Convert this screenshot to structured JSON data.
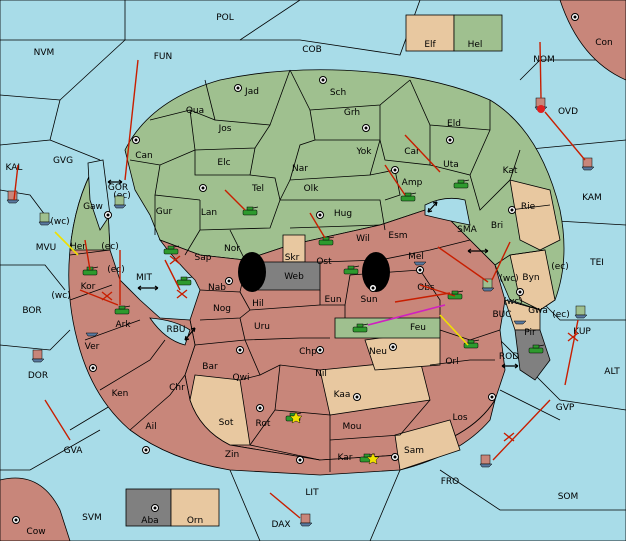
{
  "legend_top": {
    "left_label": "Elf",
    "right_label": "Hel",
    "left_color": "#e8c8a0",
    "right_color": "#9fc08f"
  },
  "legend_bottom": {
    "left_label": "Aba",
    "right_label": "Orn",
    "left_color": "#808080",
    "right_color": "#e8c8a0"
  },
  "powers": {
    "green": "#9fc08f",
    "red": "#c8867a",
    "tan": "#e8c8a0",
    "grey": "#808080",
    "sea": "#a8dce8"
  },
  "sea_labels": [
    {
      "id": "pol",
      "text": "POL"
    },
    {
      "id": "nvm",
      "text": "NVM"
    },
    {
      "id": "fun",
      "text": "FUN"
    },
    {
      "id": "cob",
      "text": "COB"
    },
    {
      "id": "nom",
      "text": "NOM"
    },
    {
      "id": "con",
      "text": "Con"
    },
    {
      "id": "ovd",
      "text": "OVD"
    },
    {
      "id": "kal",
      "text": "KAL"
    },
    {
      "id": "gvg",
      "text": "GVG"
    },
    {
      "id": "kam",
      "text": "KAM"
    },
    {
      "id": "mvu",
      "text": "MVU"
    },
    {
      "id": "bor",
      "text": "BOR"
    },
    {
      "id": "mit",
      "text": "MIT"
    },
    {
      "id": "rbu",
      "text": "RBU"
    },
    {
      "id": "sma",
      "text": "SMA"
    },
    {
      "id": "tei",
      "text": "TEI"
    },
    {
      "id": "buc",
      "text": "BUC"
    },
    {
      "id": "rod",
      "text": "ROD"
    },
    {
      "id": "alt",
      "text": "ALT"
    },
    {
      "id": "gvp",
      "text": "GVP"
    },
    {
      "id": "dor",
      "text": "DOR"
    },
    {
      "id": "gva",
      "text": "GVA"
    },
    {
      "id": "fro",
      "text": "FRO"
    },
    {
      "id": "som",
      "text": "SOM"
    },
    {
      "id": "lit",
      "text": "LIT"
    },
    {
      "id": "svm",
      "text": "SVM"
    },
    {
      "id": "dax",
      "text": "DAX"
    },
    {
      "id": "cow",
      "text": "Cow"
    },
    {
      "id": "gor",
      "text": "GOR"
    }
  ],
  "land_labels": [
    {
      "id": "jad",
      "text": "Jad"
    },
    {
      "id": "sch",
      "text": "Sch"
    },
    {
      "id": "qua",
      "text": "Qua"
    },
    {
      "id": "jos",
      "text": "Jos"
    },
    {
      "id": "grh",
      "text": "Grh"
    },
    {
      "id": "eld",
      "text": "Eld"
    },
    {
      "id": "can",
      "text": "Can"
    },
    {
      "id": "yok",
      "text": "Yok"
    },
    {
      "id": "car",
      "text": "Car"
    },
    {
      "id": "elc",
      "text": "Elc"
    },
    {
      "id": "nar",
      "text": "Nar"
    },
    {
      "id": "uta",
      "text": "Uta"
    },
    {
      "id": "kat",
      "text": "Kat"
    },
    {
      "id": "olk",
      "text": "Olk"
    },
    {
      "id": "tel",
      "text": "Tel"
    },
    {
      "id": "amp",
      "text": "Amp"
    },
    {
      "id": "gaw",
      "text": "Gaw"
    },
    {
      "id": "gur",
      "text": "Gur"
    },
    {
      "id": "lan",
      "text": "Lan"
    },
    {
      "id": "hug",
      "text": "Hug"
    },
    {
      "id": "rie",
      "text": "Rie"
    },
    {
      "id": "bri",
      "text": "Bri"
    },
    {
      "id": "nor",
      "text": "Nor"
    },
    {
      "id": "wil",
      "text": "Wil"
    },
    {
      "id": "esm",
      "text": "Esm"
    },
    {
      "id": "her",
      "text": "Her"
    },
    {
      "id": "sap",
      "text": "Sap"
    },
    {
      "id": "skr",
      "text": "Skr"
    },
    {
      "id": "web",
      "text": "Web"
    },
    {
      "id": "ost",
      "text": "Ost"
    },
    {
      "id": "mel",
      "text": "Mel"
    },
    {
      "id": "byn",
      "text": "Byn"
    },
    {
      "id": "kor",
      "text": "Kor"
    },
    {
      "id": "nab",
      "text": "Nab"
    },
    {
      "id": "eun",
      "text": "Eun"
    },
    {
      "id": "sun",
      "text": "Sun"
    },
    {
      "id": "obs",
      "text": "Obs"
    },
    {
      "id": "gwa",
      "text": "Gwa"
    },
    {
      "id": "ark",
      "text": "Ark"
    },
    {
      "id": "hil",
      "text": "Hil"
    },
    {
      "id": "nog",
      "text": "Nog"
    },
    {
      "id": "uru",
      "text": "Uru"
    },
    {
      "id": "feu",
      "text": "Feu"
    },
    {
      "id": "pir",
      "text": "Pir"
    },
    {
      "id": "kup",
      "text": "KUP"
    },
    {
      "id": "ver",
      "text": "Ver"
    },
    {
      "id": "chp",
      "text": "Chp"
    },
    {
      "id": "neu",
      "text": "Neu"
    },
    {
      "id": "orl",
      "text": "Orl"
    },
    {
      "id": "bar",
      "text": "Bar"
    },
    {
      "id": "qwi",
      "text": "Qwi"
    },
    {
      "id": "nil",
      "text": "Nil"
    },
    {
      "id": "ken",
      "text": "Ken"
    },
    {
      "id": "chr",
      "text": "Chr"
    },
    {
      "id": "kaa",
      "text": "Kaa"
    },
    {
      "id": "ail",
      "text": "Ail"
    },
    {
      "id": "sot",
      "text": "Sot"
    },
    {
      "id": "rot",
      "text": "Rot"
    },
    {
      "id": "mou",
      "text": "Mou"
    },
    {
      "id": "los",
      "text": "Los"
    },
    {
      "id": "zin",
      "text": "Zin"
    },
    {
      "id": "kar",
      "text": "Kar"
    },
    {
      "id": "sam",
      "text": "Sam"
    }
  ],
  "coast_labels": [
    {
      "id": "gor-ec",
      "text": "(ec)"
    },
    {
      "id": "mvu-wc",
      "text": "(wc)"
    },
    {
      "id": "her-ec",
      "text": "(ec)"
    },
    {
      "id": "kor-ec",
      "text": "(ec)"
    },
    {
      "id": "kor-wc",
      "text": "(wc)"
    },
    {
      "id": "byn-ec",
      "text": "(ec)"
    },
    {
      "id": "buc-wc",
      "text": "(wc)"
    },
    {
      "id": "gwa-wc",
      "text": "(wc)"
    },
    {
      "id": "gwa-ec",
      "text": "(ec)"
    }
  ]
}
